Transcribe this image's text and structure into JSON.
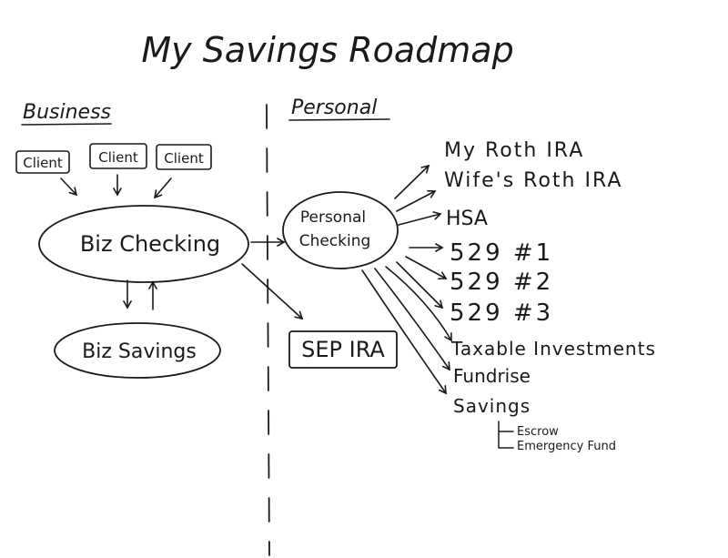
{
  "title": "My Savings Roadmap",
  "sections": {
    "business": "Business",
    "personal": "Personal"
  },
  "clients": [
    "Client",
    "Client",
    "Client"
  ],
  "nodes": {
    "biz_checking": "Biz Checking",
    "biz_savings": "Biz Savings",
    "personal_checking_line1": "Personal",
    "personal_checking_line2": "Checking",
    "sep_ira": "SEP IRA"
  },
  "destinations": [
    "My Roth IRA",
    "Wife's Roth IRA",
    "HSA",
    "529 #1",
    "529 #2",
    "529 #3",
    "Taxable Investments",
    "Fundrise",
    "Savings"
  ],
  "savings_sub": [
    "Escrow",
    "Emergency Fund"
  ]
}
